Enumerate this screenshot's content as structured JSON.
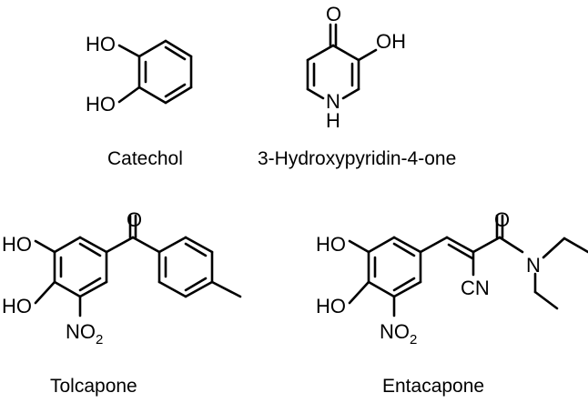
{
  "compounds": [
    {
      "name": "Catechol",
      "atoms": {
        "oh1": "HO",
        "oh2": "HO"
      }
    },
    {
      "name": "3-Hydroxypyridin-4-one",
      "atoms": {
        "o": "O",
        "oh": "OH",
        "n": "N",
        "h": "H"
      }
    },
    {
      "name": "Tolcapone",
      "atoms": {
        "o": "O",
        "oh1": "HO",
        "oh2": "HO",
        "no2": "NO",
        "no2_sub": "2"
      }
    },
    {
      "name": "Entacapone",
      "atoms": {
        "o": "O",
        "oh1": "HO",
        "oh2": "HO",
        "no2": "NO",
        "no2_sub": "2",
        "n": "N",
        "cn": "CN"
      }
    }
  ]
}
